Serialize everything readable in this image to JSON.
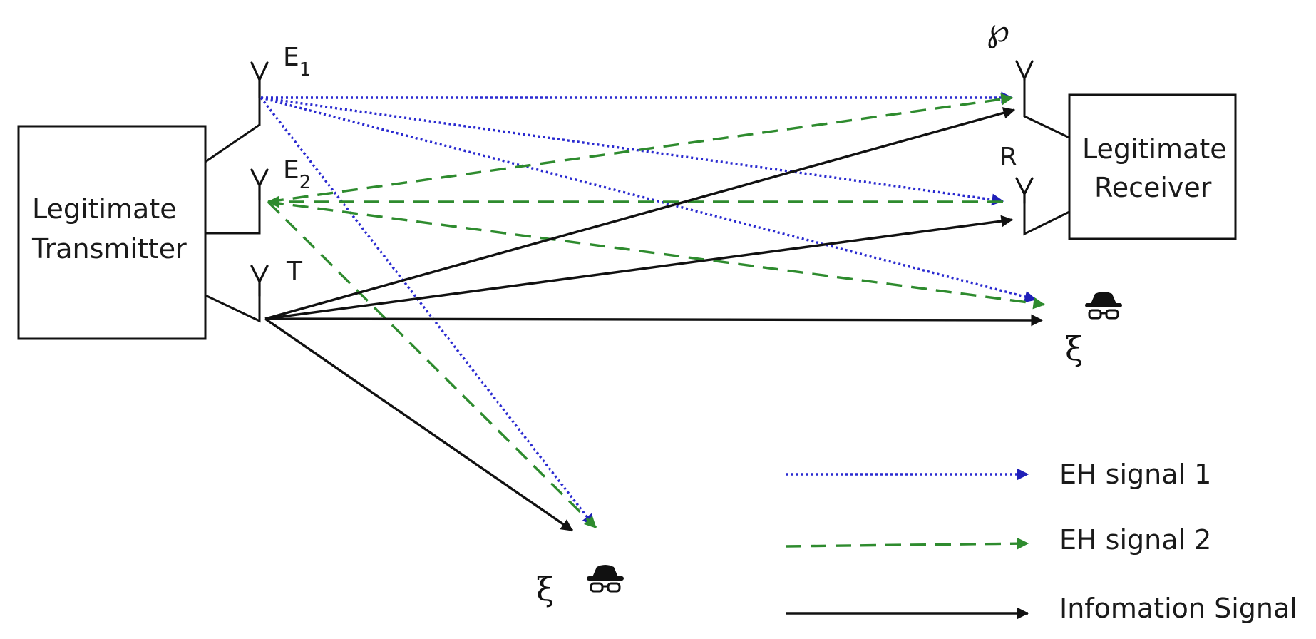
{
  "blocks": {
    "transmitter": [
      "Legitimate",
      "Transmitter"
    ],
    "receiver": [
      "Legitimate",
      "Receiver"
    ]
  },
  "antennas": {
    "e1": {
      "label": "E",
      "sub": "1"
    },
    "e2": {
      "label": "E",
      "sub": "2"
    },
    "t": {
      "label": "T"
    },
    "r": {
      "label": "R"
    },
    "wp": {
      "label": "℘"
    }
  },
  "eavesdroppers": [
    {
      "label": "ξ",
      "icon": "spy-icon"
    },
    {
      "label": "ξ",
      "icon": "spy-icon"
    }
  ],
  "legend": [
    {
      "label": "EH signal 1",
      "style": "dotted",
      "color": "#2a2ad0"
    },
    {
      "label": "EH signal 2",
      "style": "dashed",
      "color": "#2e8b2e"
    },
    {
      "label": "Infomation Signal",
      "style": "solid",
      "color": "#111111"
    }
  ],
  "colors": {
    "eh1": "#2a2ad0",
    "eh2": "#2e8b2e",
    "info": "#111111"
  }
}
